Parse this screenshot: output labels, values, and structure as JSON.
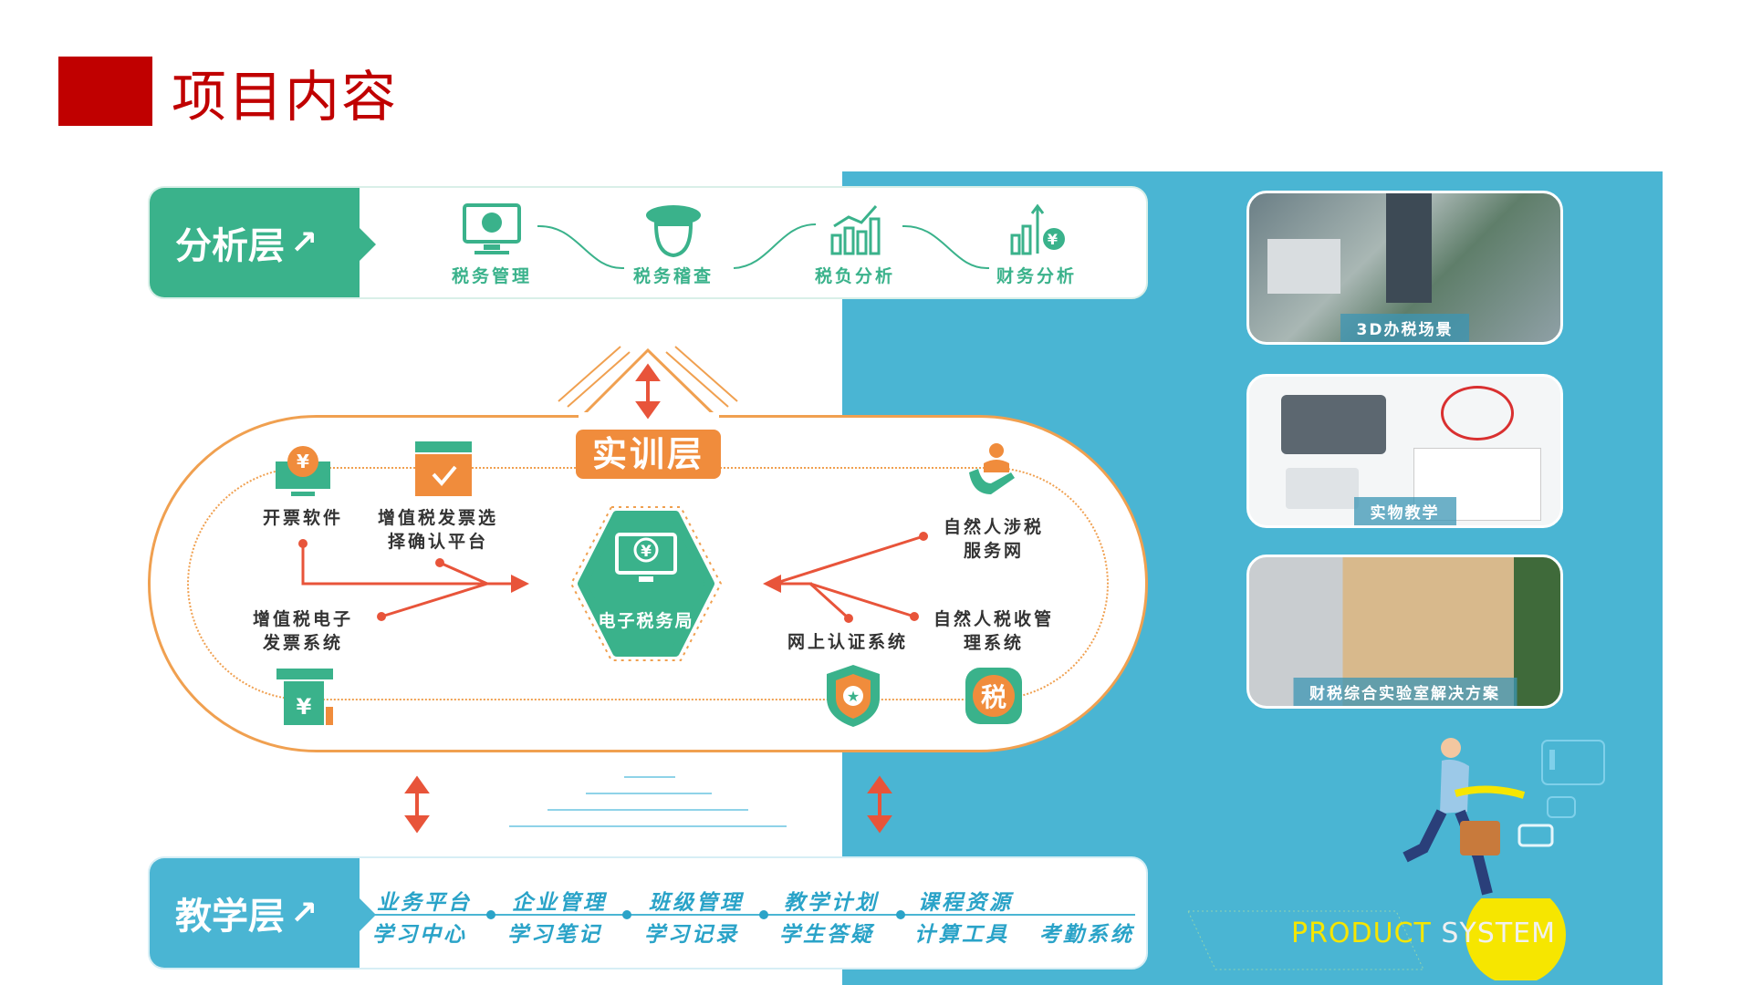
{
  "title": "项目内容",
  "analysis": {
    "label": "分析层",
    "items": [
      {
        "label": "税务管理",
        "icon": "monitor-eye-icon"
      },
      {
        "label": "税务稽查",
        "icon": "inspector-icon"
      },
      {
        "label": "税负分析",
        "icon": "bar-chart-icon"
      },
      {
        "label": "财务分析",
        "icon": "finance-chart-icon"
      }
    ]
  },
  "training": {
    "label": "实训层",
    "center": "电子税务局",
    "left": [
      {
        "label": "开票软件",
        "icon": "yen-monitor-icon"
      },
      {
        "label": "增值税发票选\n择确认平台",
        "icon": "check-box-icon"
      },
      {
        "label": "增值税电子\n发票系统",
        "icon": "receipt-icon"
      }
    ],
    "right": [
      {
        "label": "自然人涉税\n服务网",
        "icon": "person-hand-icon"
      },
      {
        "label": "网上认证系统",
        "icon": "shield-star-icon"
      },
      {
        "label": "自然人税收管\n理系统",
        "icon": "tax-badge-icon"
      }
    ],
    "tax_char": "税"
  },
  "teaching": {
    "label": "教学层",
    "top": [
      "业务平台",
      "企业管理",
      "班级管理",
      "教学计划",
      "课程资源"
    ],
    "bottom": [
      "学习中心",
      "学习笔记",
      "学习记录",
      "学生答疑",
      "计算工具",
      "考勤系统"
    ]
  },
  "photos": [
    "3D办税场景",
    "实物教学",
    "财税综合实验室解决方案"
  ],
  "product": {
    "a": "PRODUCT ",
    "b": "SYSTEM"
  },
  "colors": {
    "red": "#c00000",
    "green": "#3ab28b",
    "orange": "#f08c3c",
    "blue": "#4ab5d3"
  }
}
